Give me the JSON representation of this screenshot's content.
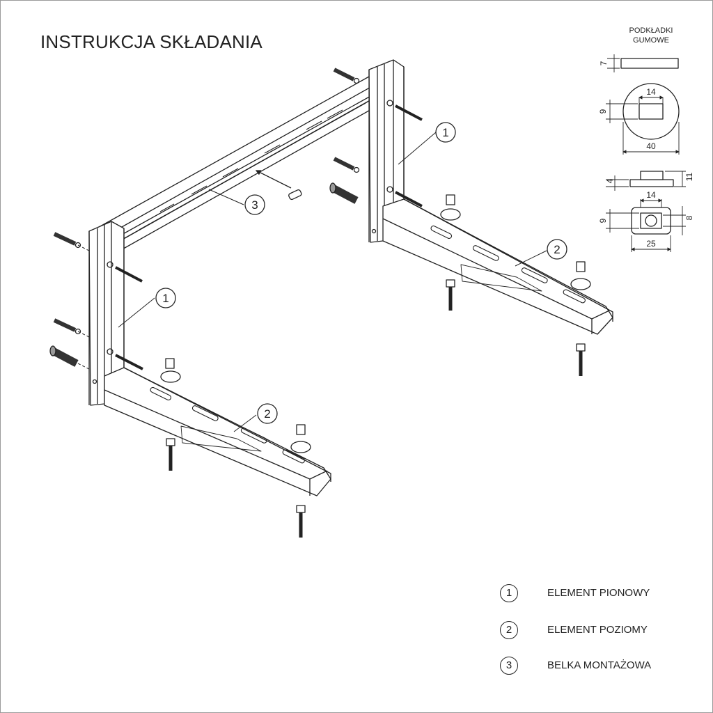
{
  "title": "INSTRUKCJA SKŁADANIA",
  "pads": {
    "title_line1": "PODKŁADKI",
    "title_line2": "GUMOWE",
    "dims": {
      "thickness": "7",
      "square": "14",
      "square_h": "9",
      "diameter": "40",
      "boss_h": "4",
      "total_h": "11",
      "square2": "14",
      "square2_h": "9",
      "hole": "8",
      "width": "25"
    }
  },
  "callouts": {
    "one": "1",
    "two": "2",
    "three": "3"
  },
  "legend": [
    {
      "num": "1",
      "label": "ELEMENT PIONOWY"
    },
    {
      "num": "2",
      "label": "ELEMENT POZIOMY"
    },
    {
      "num": "3",
      "label": "BELKA MONTAŻOWA"
    }
  ],
  "colors": {
    "line": "#222222",
    "frame": "#9a9a9a"
  }
}
